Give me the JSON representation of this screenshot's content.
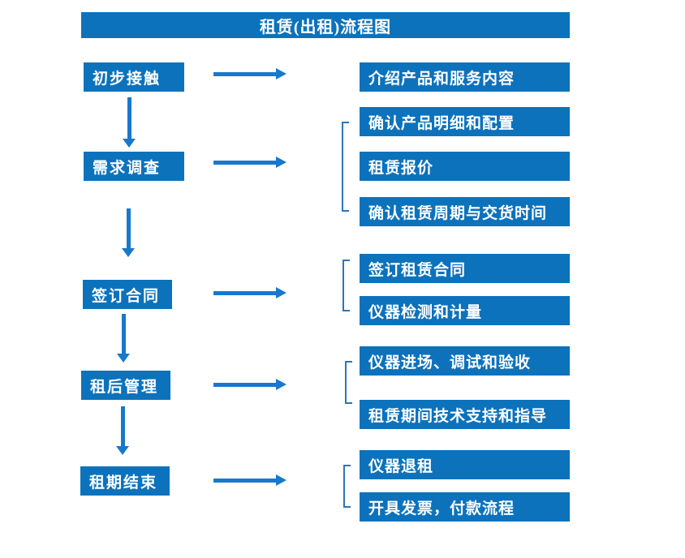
{
  "flow": {
    "title": "租赁(出租)流程图",
    "stages": [
      {
        "label": "初步接触",
        "details": [
          "介绍产品和服务内容"
        ]
      },
      {
        "label": "需求调查",
        "details": [
          "确认产品明细和配置",
          "租赁报价",
          "确认租赁周期与交货时间"
        ]
      },
      {
        "label": "签订合同",
        "details": [
          "签订租赁合同",
          "仪器检测和计量"
        ]
      },
      {
        "label": "租后管理",
        "details": [
          "仪器进场、调试和验收",
          "租赁期间技术支持和指导"
        ]
      },
      {
        "label": "租期结束",
        "details": [
          "仪器退租",
          "开具发票，付款流程"
        ]
      }
    ]
  },
  "colors": {
    "box": "#0c72bc",
    "arrow": "#1878cc",
    "bracket": "#2e75b6",
    "text": "#ffffff"
  }
}
